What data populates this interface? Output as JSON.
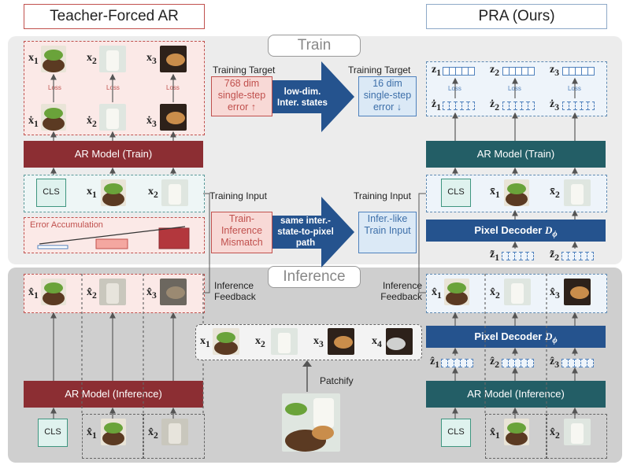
{
  "headers": {
    "left": "Teacher-Forced AR",
    "right": "PRA (Ours)"
  },
  "sections": {
    "train": "Train",
    "inference": "Inference"
  },
  "left": {
    "target_labels": [
      "x",
      "x",
      "x"
    ],
    "target_subs": [
      "1",
      "2",
      "3"
    ],
    "pred_labels": [
      "ẋ",
      "ẋ",
      "ẋ"
    ],
    "loss": "Loss",
    "ar_train": "AR Model (Train)",
    "cls": "CLS",
    "input_labels": [
      "x",
      "x"
    ],
    "input_subs": [
      "1",
      "2"
    ],
    "error_accumulation": "Error Accumulation",
    "inference_out": [
      "x̂",
      "x̂",
      "x̂"
    ],
    "ar_inference": "AR Model (Inference)",
    "inference_in": [
      "x̂",
      "x̂"
    ]
  },
  "middle": {
    "training_target_left": "Training Target",
    "training_target_right": "Training Target",
    "red_target": "768 dim single-step error ↑",
    "arrow1": "low-dim. Inter. states",
    "blue_target": "16 dim single-step error ↓",
    "training_input_left": "Training Input",
    "training_input_right": "Training Input",
    "red_input": "Train-Inference Mismatch",
    "arrow2": "same inter.-state-to-pixel path",
    "blue_input": "Infer.-like Train Input",
    "inference_feedback_left": "Inference Feedback",
    "inference_feedback_right": "Inference Feedback",
    "patch_labels": [
      "x",
      "x",
      "x",
      "x"
    ],
    "patch_subs": [
      "1",
      "2",
      "3",
      "4"
    ],
    "patchify": "Patchify"
  },
  "right": {
    "z_labels": [
      "z",
      "z",
      "z"
    ],
    "zdot_labels": [
      "ż",
      "ż",
      "ż"
    ],
    "loss": "Loss",
    "ar_train": "AR Model (Train)",
    "cls": "CLS",
    "xbar_labels": [
      "x̄",
      "x̄"
    ],
    "pixel_decoder": "Pixel Decoder",
    "decoder_symbol": "D",
    "decoder_sub": "ϕ",
    "ztilde_labels": [
      "z̃",
      "z̃"
    ],
    "inference_out": [
      "x̂",
      "x̂",
      "x̂"
    ],
    "zhat_labels": [
      "ẑ",
      "ẑ",
      "ẑ"
    ],
    "ar_inference": "AR Model (Inference)",
    "inference_in": [
      "x̂",
      "x̂"
    ]
  },
  "colors": {
    "teacher_red": "#8c2e33",
    "pra_teal": "#235e66",
    "decoder_navy": "#25538e",
    "accent_red": "#c0504d",
    "accent_blue": "#4f81bd"
  }
}
